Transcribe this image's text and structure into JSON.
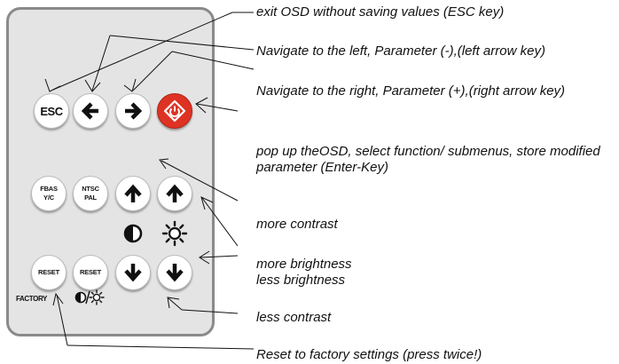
{
  "remote": {
    "esc_label": "ESC",
    "fbas_label": [
      "FBAS",
      "Y/C"
    ],
    "ntsc_label": [
      "NTSC",
      "PAL"
    ],
    "reset_label": "RESET",
    "factory_label": "FACTORY",
    "enter_color": "#de3323"
  },
  "annotations": {
    "esc": "exit OSD without saving values (ESC key)",
    "left": "Navigate to the left, Parameter (-),(left arrow key)",
    "right": "Navigate to the right, Parameter (+),(right arrow key)",
    "enter": "pop up theOSD, select function/ submenus, store modified parameter (Enter-Key)",
    "more_contrast": "more contrast",
    "more_brightness": "more brightness",
    "less_brightness": "less brightness",
    "less_contrast": "less contrast",
    "reset": "Reset to factory settings (press twice!)"
  },
  "icons": [
    "left-arrow-icon",
    "right-arrow-icon",
    "power-diamond-icon",
    "up-arrow-icon",
    "down-arrow-icon",
    "contrast-icon",
    "brightness-icon",
    "contrast-brightness-icon"
  ]
}
